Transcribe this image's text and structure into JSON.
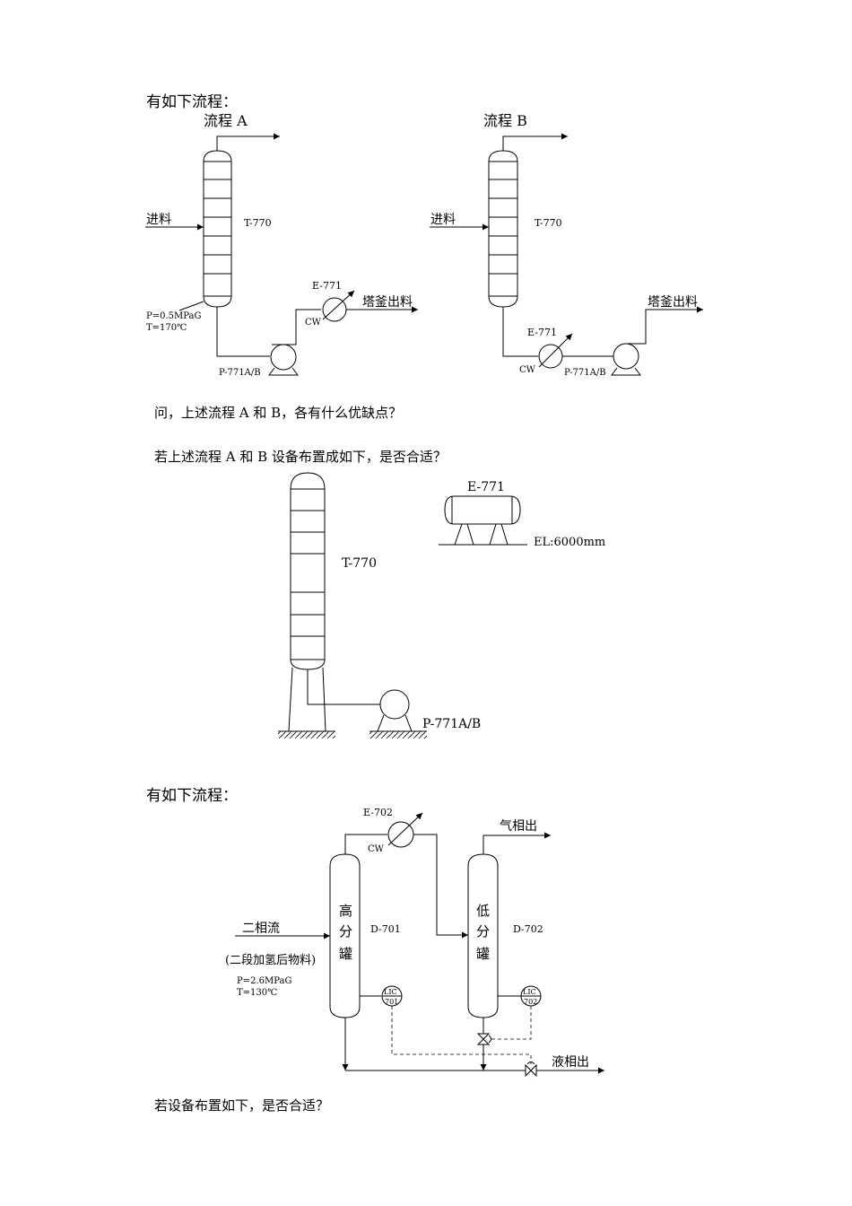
{
  "intro1": "有如下流程：",
  "flowA": {
    "title": "流程 A",
    "feed": "进料",
    "tower": "T-770",
    "exchanger": "E-771",
    "cw": "CW",
    "product": "塔釜出料",
    "pressure": "P=0.5MPaG",
    "temperature": "T=170℃",
    "pump": "P-771A/B"
  },
  "flowB": {
    "title": "流程 B",
    "feed": "进料",
    "tower": "T-770",
    "exchanger": "E-771",
    "cw": "CW",
    "pump": "P-771A/B",
    "product": "塔釜出料"
  },
  "question1": "问，上述流程 A 和 B，各有什么优缺点？",
  "question2": "若上述流程 A 和 B 设备布置成如下，是否合适？",
  "layout": {
    "exchanger": "E-771",
    "elevation": "EL:6000mm",
    "tower": "T-770",
    "pump": "P-771A/B"
  },
  "intro2": "有如下流程：",
  "flowC": {
    "exchanger": "E-702",
    "cw": "CW",
    "gas_out": "气相出",
    "feed": "二相流",
    "feed_note": "(二段加氢后物料)",
    "pressure": "P=2.6MPaG",
    "temperature": "T=130℃",
    "drum1_chars": [
      "高",
      "分",
      "罐"
    ],
    "drum1_tag": "D-701",
    "drum2_chars": [
      "低",
      "分",
      "罐"
    ],
    "drum2_tag": "D-702",
    "lic1": [
      "LIC",
      "701"
    ],
    "lic2": [
      "LIC",
      "702"
    ],
    "liquid_out": "液相出"
  },
  "question3": "若设备布置如下，是否合适？"
}
